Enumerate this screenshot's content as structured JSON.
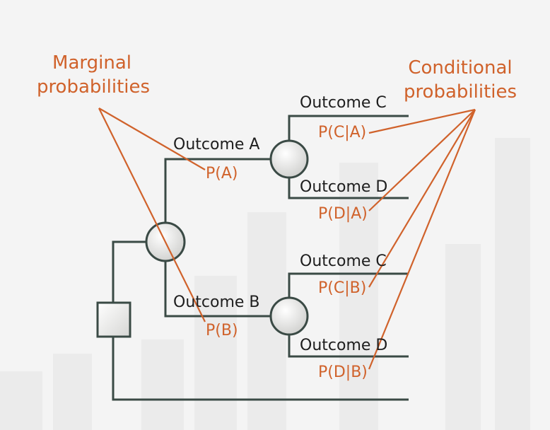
{
  "annotations": {
    "marginal": [
      "Marginal",
      "probabilities"
    ],
    "conditional": [
      "Conditional",
      "probabilities"
    ]
  },
  "branches": {
    "outcome_a": "Outcome A",
    "outcome_b": "Outcome B",
    "p_a": "P(A)",
    "p_b": "P(B)",
    "upper_c": "Outcome C",
    "upper_d": "Outcome D",
    "lower_c": "Outcome C",
    "lower_d": "Outcome D",
    "p_c_given_a": "P(C|A)",
    "p_d_given_a": "P(D|A)",
    "p_c_given_b": "P(C|B)",
    "p_d_given_b": "P(D|B)"
  },
  "colors": {
    "accent": "#d0622b",
    "line": "#3a4a45",
    "node_fill": "#e8e8e6",
    "background": "#f4f4f4"
  }
}
